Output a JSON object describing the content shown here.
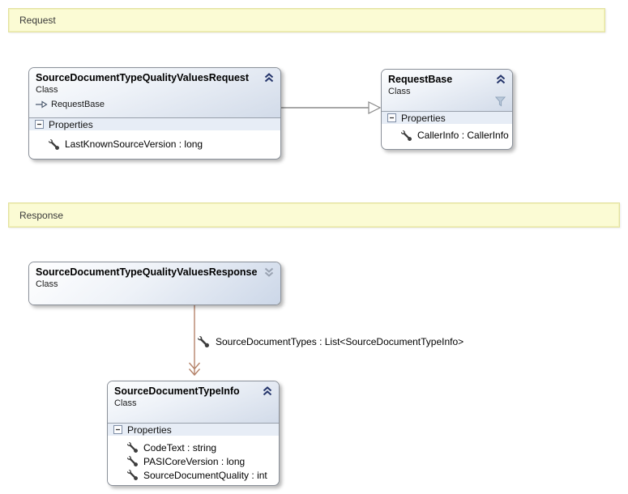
{
  "banners": {
    "request": {
      "label": "Request"
    },
    "response": {
      "label": "Response"
    }
  },
  "boxes": {
    "request": {
      "name": "SourceDocumentTypeQualityValuesRequest",
      "stereotype": "Class",
      "base_type": "RequestBase",
      "properties_label": "Properties",
      "properties": [
        "LastKnownSourceVersion : long"
      ]
    },
    "request_base": {
      "name": "RequestBase",
      "stereotype": "Class",
      "properties_label": "Properties",
      "properties": [
        "CallerInfo : CallerInfo"
      ]
    },
    "response": {
      "name": "SourceDocumentTypeQualityValuesResponse",
      "stereotype": "Class"
    },
    "type_info": {
      "name": "SourceDocumentTypeInfo",
      "stereotype": "Class",
      "properties_label": "Properties",
      "properties": [
        "CodeText : string",
        "PASICoreVersion : long",
        "SourceDocumentQuality : int"
      ]
    }
  },
  "association": {
    "label": "SourceDocumentTypes : List<SourceDocumentTypeInfo>"
  },
  "colors": {
    "banner_bg": "#fbfbd4",
    "banner_border": "#e3e2a0",
    "header_gradient_end": "#d2dbe9",
    "properties_band": "#e7edf6",
    "box_border": "#8a9099",
    "inheritance_line": "#8c8c8c",
    "association_line": "#b5846b",
    "collapse_chevron": "#25356b",
    "expand_chevron": "#9aa3b2"
  }
}
